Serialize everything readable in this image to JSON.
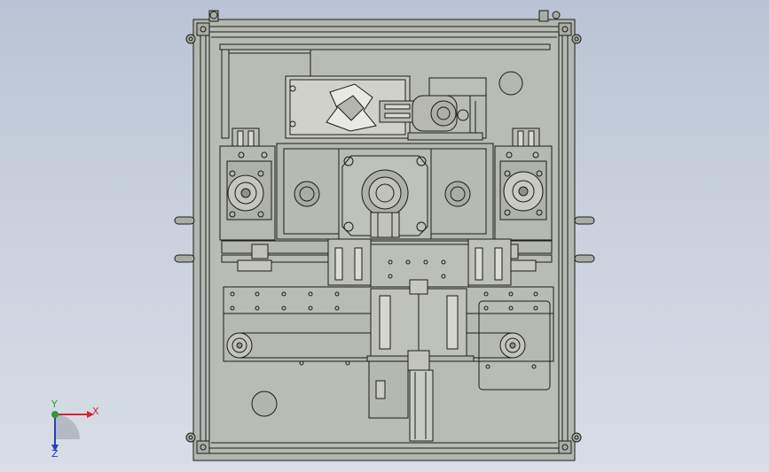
{
  "viewport": {
    "background_top": "#b9c3d3",
    "background_bottom": "#d8dde6",
    "model_fill": "#b1b5ad",
    "line_color": "#1c1c1c"
  },
  "triad": {
    "x_label": "X",
    "y_label": "Y",
    "z_label": "Z",
    "x_color": "#d8262a",
    "y_color": "#2a9a3a",
    "z_color": "#2a3fb8"
  }
}
